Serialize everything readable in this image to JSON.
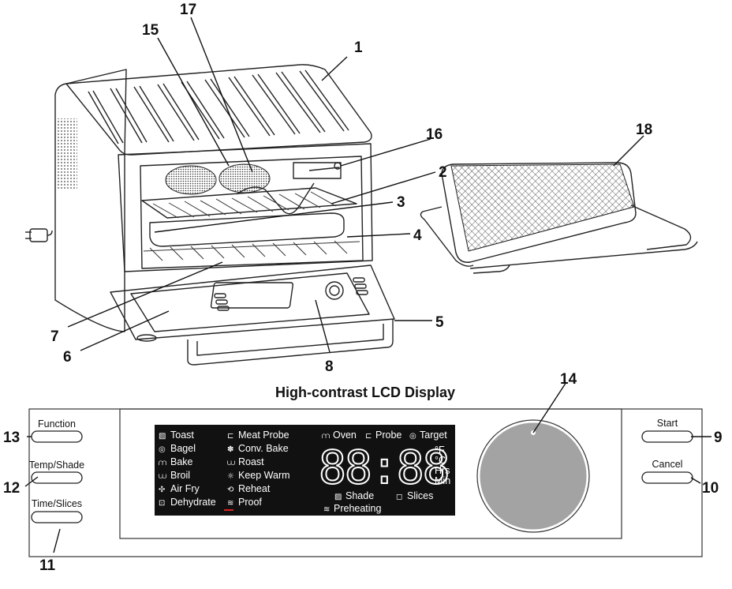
{
  "callouts": {
    "n1": "1",
    "n2": "2",
    "n3": "3",
    "n4": "4",
    "n5": "5",
    "n6": "6",
    "n7": "7",
    "n8": "8",
    "n9": "9",
    "n10": "10",
    "n11": "11",
    "n12": "12",
    "n13": "13",
    "n14": "14",
    "n15": "15",
    "n16": "16",
    "n17": "17",
    "n18": "18"
  },
  "panel": {
    "title": "High-contrast LCD Display",
    "buttons": {
      "function": "Function",
      "temp_shade": "Temp/Shade",
      "time_slices": "Time/Slices",
      "start": "Start",
      "cancel": "Cancel"
    }
  },
  "lcd": {
    "functions_col1": [
      "Toast",
      "Bagel",
      "Bake",
      "Broil",
      "Air Fry",
      "Dehydrate"
    ],
    "functions_col2": [
      "Meat Probe",
      "Conv. Bake",
      "Roast",
      "Keep Warm",
      "Reheat",
      "Proof"
    ],
    "top_indicators": [
      "Oven",
      "Probe",
      "Target"
    ],
    "digits": "88:88",
    "units": [
      "°F",
      "°C",
      "Hrs",
      "Min"
    ],
    "bottom_indicators": [
      "Shade",
      "Slices"
    ],
    "preheating": "Preheating"
  }
}
